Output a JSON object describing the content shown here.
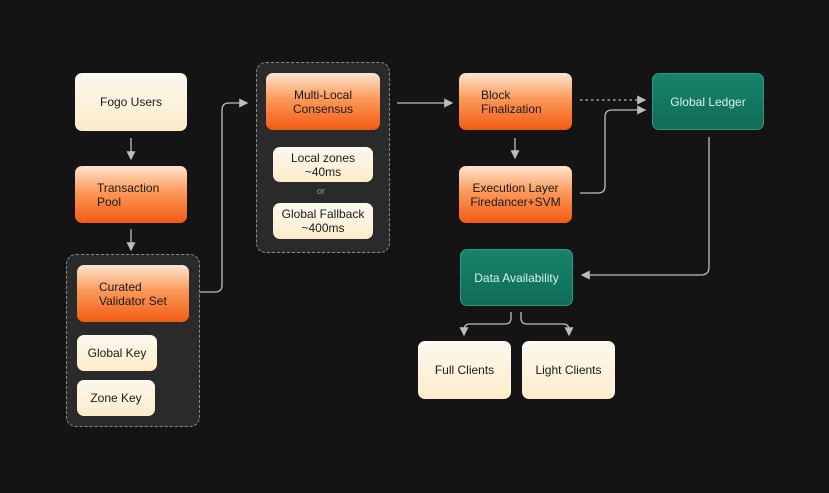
{
  "nodes": {
    "fogo_users": "Fogo Users",
    "transaction_pool": "Transaction\nPool",
    "curated_validator_set": "Curated\nValidator Set",
    "global_key": "Global Key",
    "zone_key": "Zone Key",
    "multi_local_consensus": "Multi-Local\nConsensus",
    "local_zones": "Local zones\n~40ms",
    "or_label": "or",
    "global_fallback": "Global Fallback\n~400ms",
    "block_finalization": "Block\nFinalization",
    "execution_layer": "Execution Layer\nFiredancer+SVM",
    "global_ledger": "Global Ledger",
    "data_availability": "Data Availability",
    "full_clients": "Full Clients",
    "light_clients": "Light Clients"
  },
  "colors": {
    "background": "#141414",
    "orange": "#f25a12",
    "cream": "#fdeccb",
    "teal": "#0f6c58",
    "connector": "#bdbdbd"
  }
}
